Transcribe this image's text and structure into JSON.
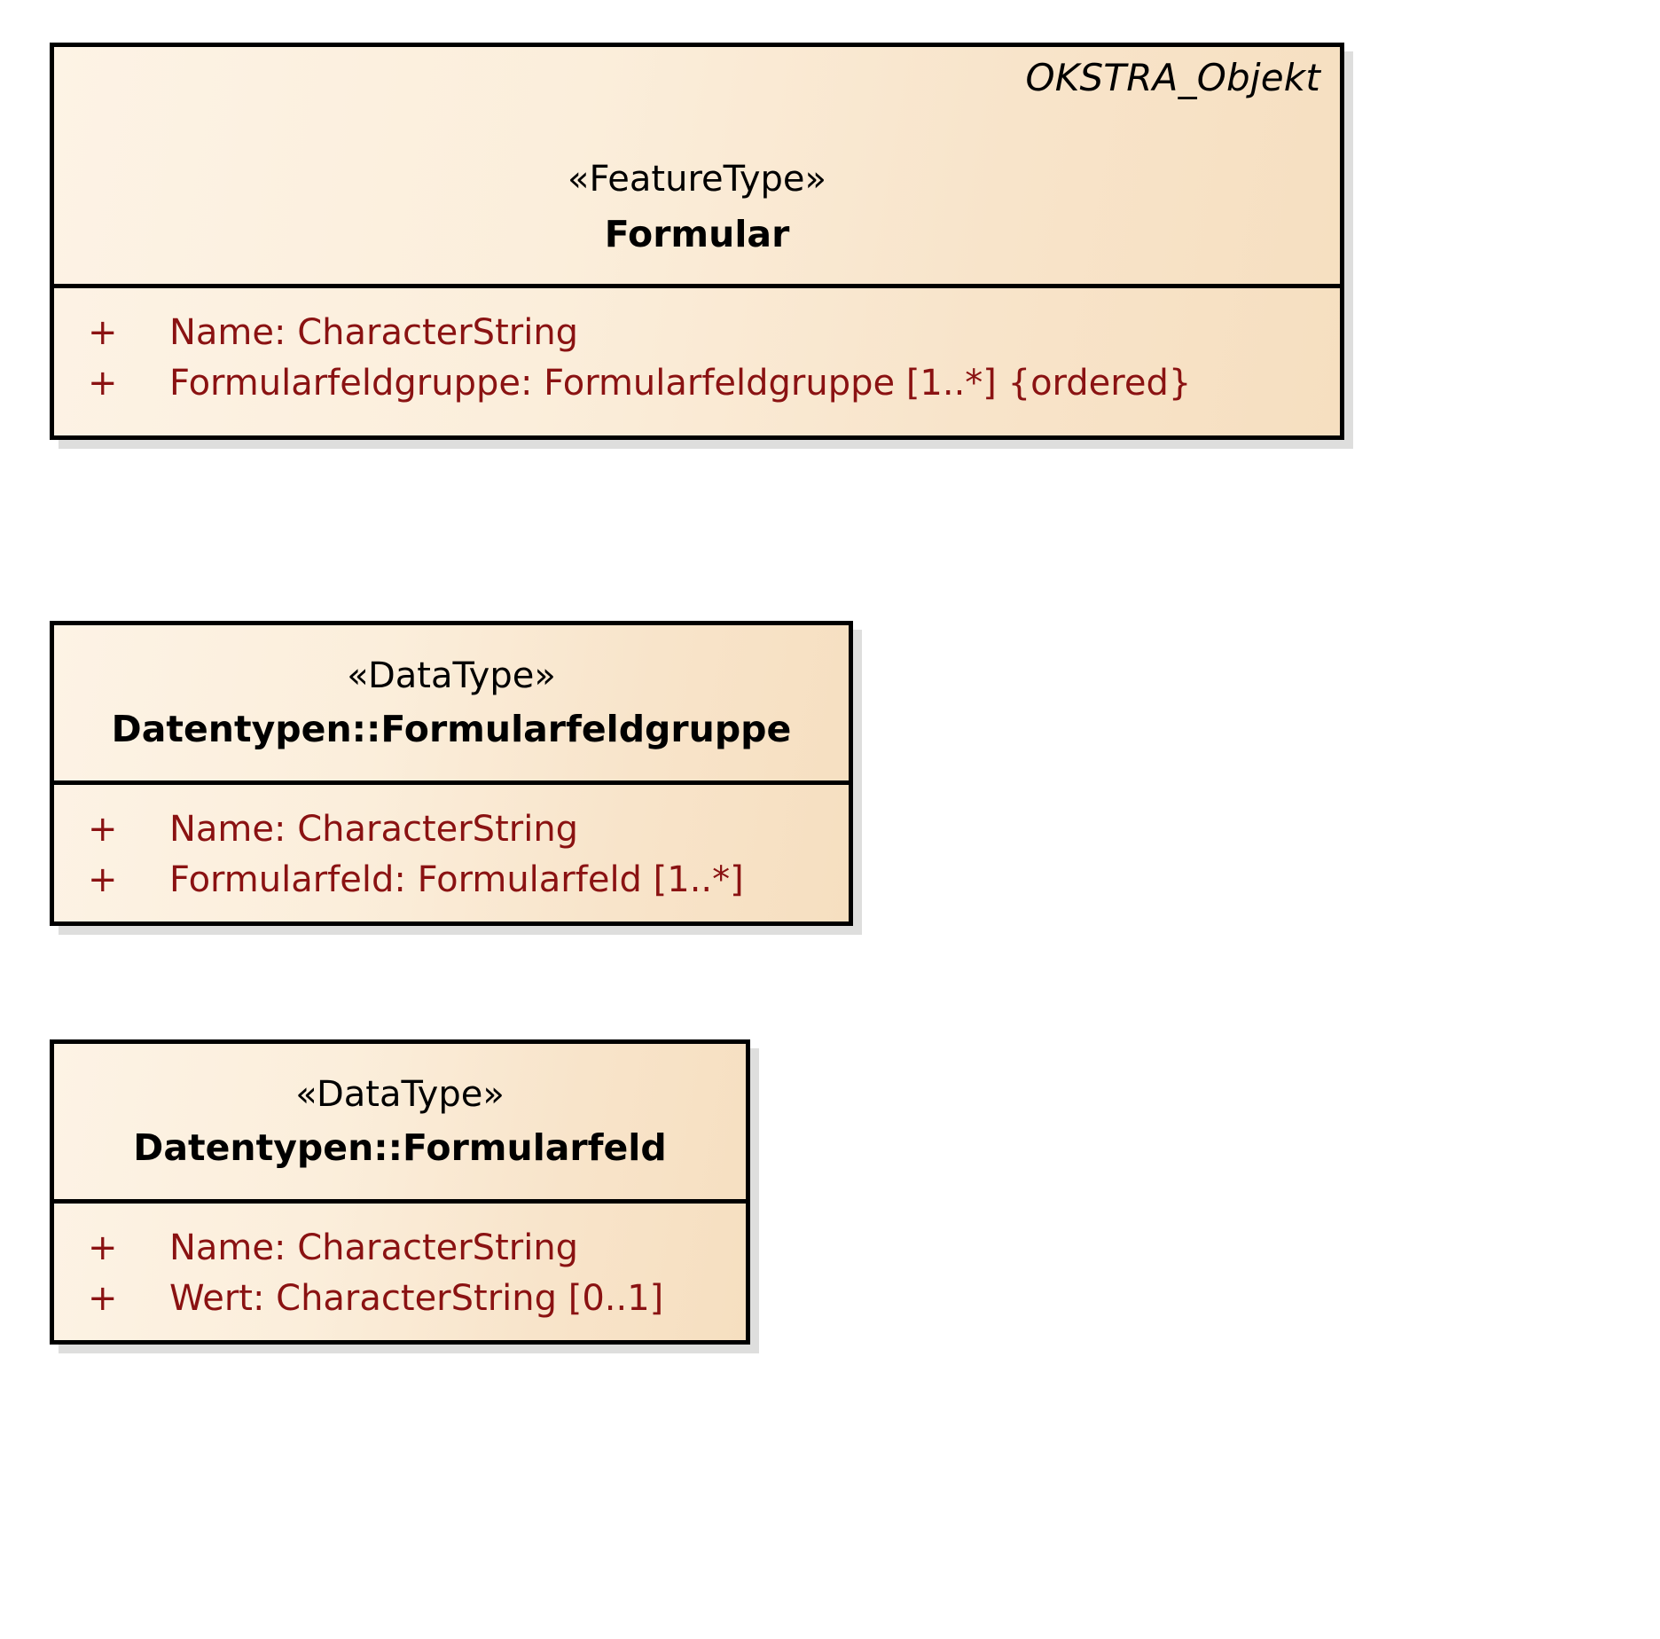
{
  "diagram": {
    "type": "uml-class-diagram",
    "background_color": "#ffffff",
    "box_border_color": "#000000",
    "box_fill_color": "#faeada",
    "shadow_color": "#dededd",
    "attribute_text_color": "#8a1212",
    "title_text_color": "#000000",
    "classes": [
      {
        "id": "formular",
        "tagged_value": "OKSTRA_Objekt",
        "stereotype": "«FeatureType»",
        "name": "Formular",
        "attributes": [
          {
            "visibility": "+",
            "text": "Name: CharacterString"
          },
          {
            "visibility": "+",
            "text": "Formularfeldgruppe: Formularfeldgruppe [1..*] {ordered}"
          }
        ]
      },
      {
        "id": "formularfeldgruppe",
        "tagged_value": "",
        "stereotype": "«DataType»",
        "name": "Datentypen::Formularfeldgruppe",
        "attributes": [
          {
            "visibility": "+",
            "text": "Name: CharacterString"
          },
          {
            "visibility": "+",
            "text": "Formularfeld: Formularfeld [1..*]"
          }
        ]
      },
      {
        "id": "formularfeld",
        "tagged_value": "",
        "stereotype": "«DataType»",
        "name": "Datentypen::Formularfeld",
        "attributes": [
          {
            "visibility": "+",
            "text": "Name: CharacterString"
          },
          {
            "visibility": "+",
            "text": "Wert: CharacterString [0..1]"
          }
        ]
      }
    ]
  }
}
